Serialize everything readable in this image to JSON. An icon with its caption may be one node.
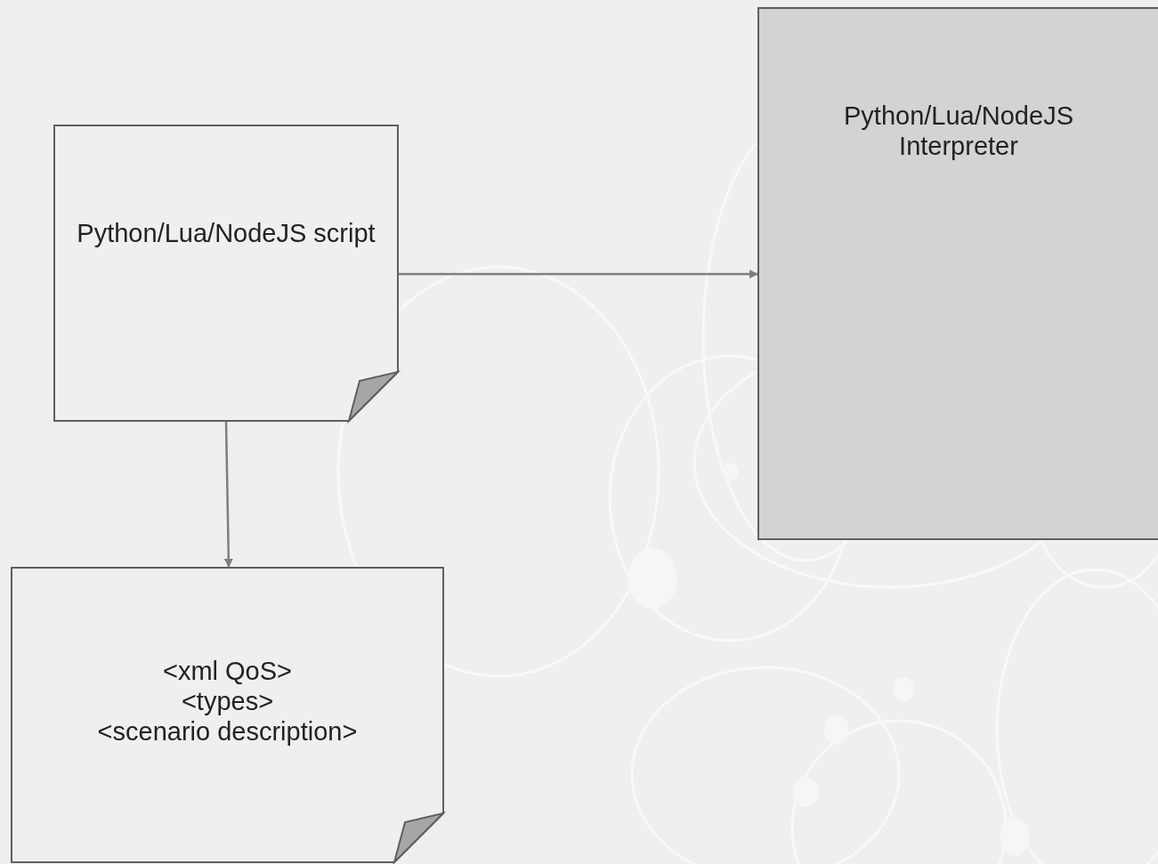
{
  "diagram": {
    "nodes": [
      {
        "text": [
          "Python/Lua/NodeJS script"
        ]
      },
      {
        "text": [
          "Python/Lua/NodeJS Interpreter"
        ]
      },
      {
        "text": [
          "<xml QoS>",
          "<types>",
          "<scenario description>"
        ]
      }
    ],
    "edges": [
      {
        "from": 0,
        "to": 1,
        "arrow": "to"
      },
      {
        "from": 0,
        "to": 2,
        "arrow": "to"
      }
    ]
  }
}
